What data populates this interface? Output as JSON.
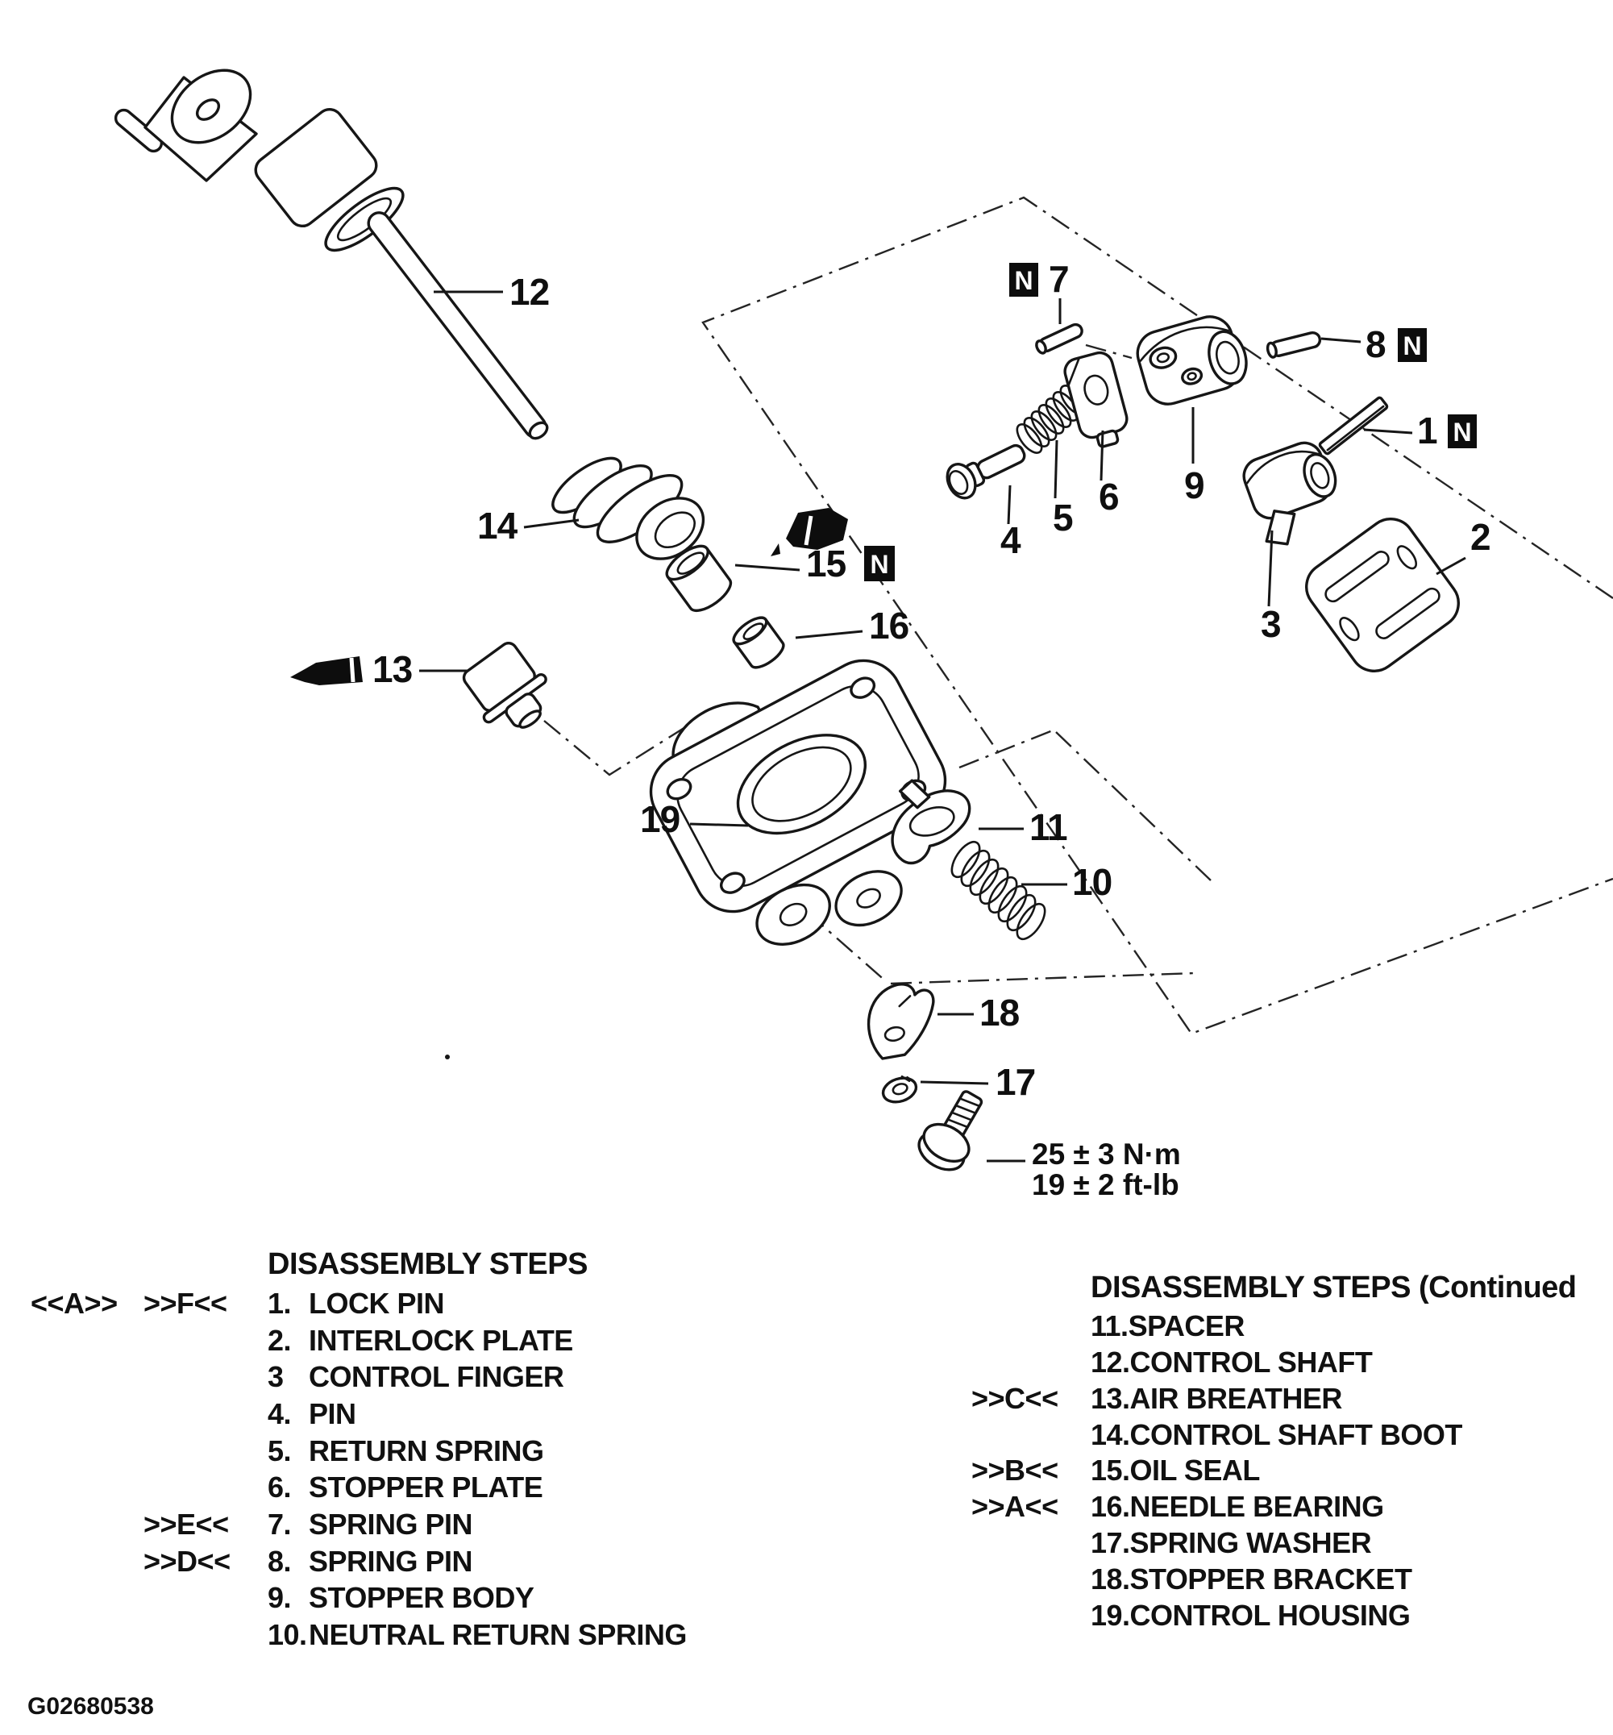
{
  "page": {
    "figure_code": "G02680538"
  },
  "diagram": {
    "badge_letter": "N",
    "torque_metric": "25 ± 3 N·m",
    "torque_imperial": "19 ± 2 ft-lb",
    "callouts": {
      "c1": "1",
      "c2": "2",
      "c3": "3",
      "c4": "4",
      "c5": "5",
      "c6": "6",
      "c7": "7",
      "c8": "8",
      "c9": "9",
      "c10": "10",
      "c11": "11",
      "c12": "12",
      "c13": "13",
      "c14": "14",
      "c15": "15",
      "c16": "16",
      "c17": "17",
      "c18": "18",
      "c19": "19"
    }
  },
  "steps_left": {
    "heading": "DISASSEMBLY STEPS",
    "rows": [
      {
        "code_a": "<<A>>",
        "code_b": ">>F<<",
        "num": "1.",
        "name": "LOCK PIN"
      },
      {
        "num": "2.",
        "name": "INTERLOCK PLATE"
      },
      {
        "num": "3",
        "name": "CONTROL FINGER"
      },
      {
        "num": "4.",
        "name": "PIN"
      },
      {
        "num": "5.",
        "name": "RETURN SPRING"
      },
      {
        "num": "6.",
        "name": "STOPPER PLATE"
      },
      {
        "code_b": ">>E<<",
        "num": "7.",
        "name": "SPRING PIN"
      },
      {
        "code_b": ">>D<<",
        "num": "8.",
        "name": "SPRING PIN"
      },
      {
        "num": "9.",
        "name": "STOPPER BODY"
      },
      {
        "num": "10.",
        "name": "NEUTRAL RETURN SPRING"
      }
    ]
  },
  "steps_right": {
    "heading": "DISASSEMBLY STEPS (Continued",
    "rows": [
      {
        "num": "11.",
        "name": "SPACER"
      },
      {
        "num": "12.",
        "name": "CONTROL SHAFT"
      },
      {
        "code": ">>C<<",
        "num": "13.",
        "name": "AIR BREATHER"
      },
      {
        "num": "14.",
        "name": "CONTROL SHAFT BOOT"
      },
      {
        "code": ">>B<<",
        "num": "15.",
        "name": "OIL SEAL"
      },
      {
        "code": ">>A<<",
        "num": "16.",
        "name": "NEEDLE BEARING"
      },
      {
        "num": "17.",
        "name": "SPRING WASHER"
      },
      {
        "num": "18.",
        "name": "STOPPER BRACKET"
      },
      {
        "num": "19.",
        "name": "CONTROL HOUSING"
      }
    ]
  }
}
